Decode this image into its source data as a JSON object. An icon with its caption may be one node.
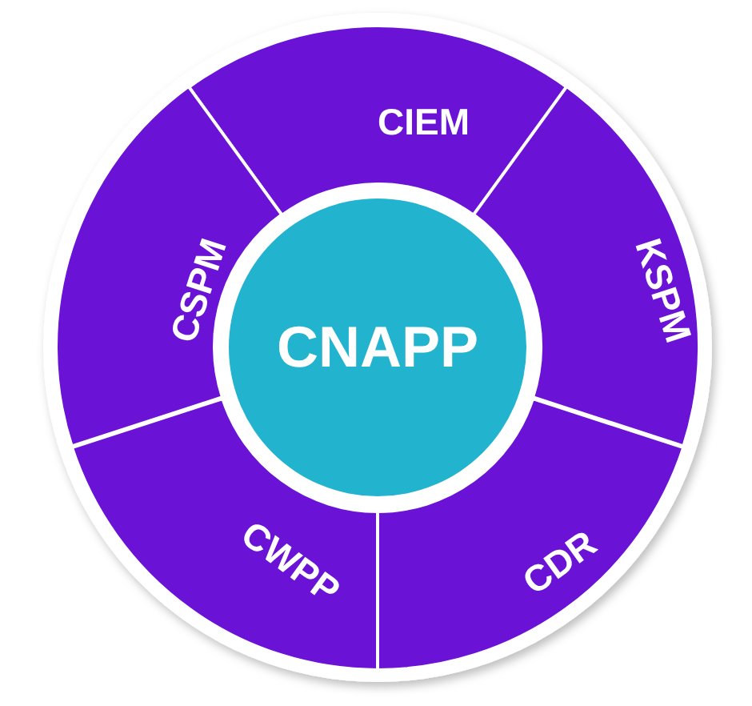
{
  "diagram": {
    "nodes": [
      {
        "text": [
          "CIEM"
        ]
      },
      {
        "text": [
          "CSPM"
        ]
      },
      {
        "text": [
          "CNAPP"
        ]
      },
      {
        "text": [
          "KSPM"
        ]
      },
      {
        "text": [
          "CWPP"
        ]
      },
      {
        "text": [
          "CDR"
        ]
      }
    ]
  }
}
